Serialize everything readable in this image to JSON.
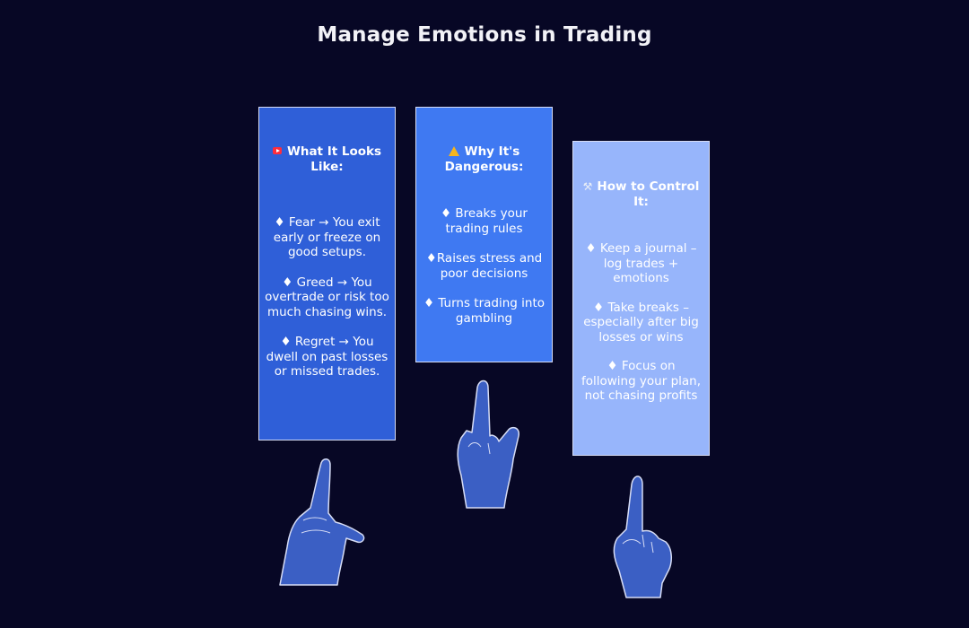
{
  "title": "Manage Emotions in Trading",
  "cards": [
    {
      "heading": "What It Looks Like:",
      "icon": "play-icon",
      "bullets": [
        "♦ Fear → You exit early or freeze on good setups.",
        "♦ Greed → You overtrade or risk too much chasing wins.",
        "♦ Regret → You dwell on past losses or missed trades."
      ],
      "color": "#2f5fd8"
    },
    {
      "heading": "Why It's Dangerous:",
      "icon": "warning-icon",
      "bullets": [
        "♦ Breaks your trading rules",
        "♦Raises stress and poor decisions",
        "♦ Turns trading into gambling"
      ],
      "color": "#3f79f2"
    },
    {
      "heading": "How to Control It:",
      "icon": "tools-icon",
      "bullets": [
        "♦ Keep a journal – log trades + emotions",
        "♦ Take breaks – especially after big losses or wins",
        "♦ Focus on following your plan, not chasing profits"
      ],
      "color": "#97b5fb"
    }
  ],
  "hand_color": "#3b5fc4"
}
